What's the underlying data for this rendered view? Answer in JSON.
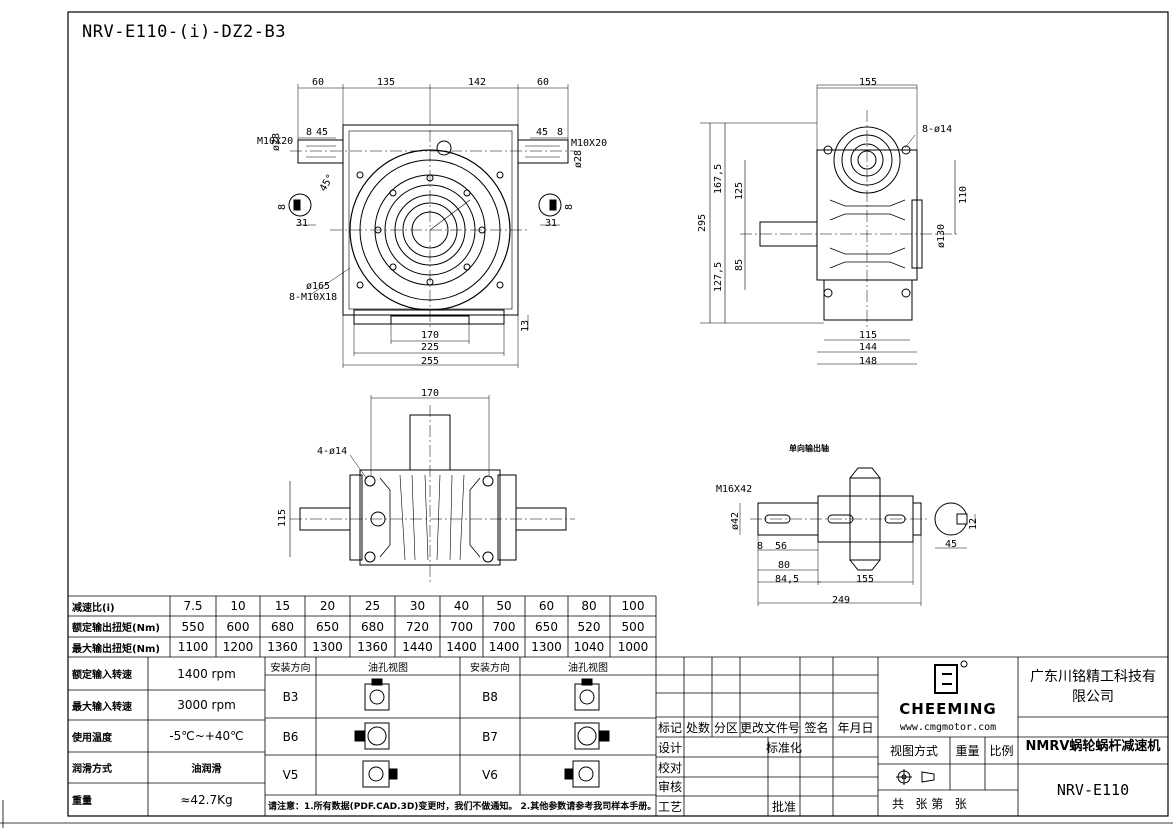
{
  "drawing": {
    "title": "NRV-E110-(i)-DZ2-B3",
    "front_view": {
      "dims": {
        "left_shaft": "60",
        "left_body": "135",
        "right_body": "142",
        "right_shaft": "60",
        "key_len_l": "45",
        "key_len_r": "45",
        "key_off_l": "8",
        "key_off_r": "8",
        "thread_l": "M10X20",
        "thread_r": "M10X20",
        "shaft_d_l": "ø28",
        "shaft_d_r": "ø28",
        "angle": "45°",
        "key_w_l": "8",
        "key_w_r": "8",
        "key_h_l": "31",
        "key_h_r": "31",
        "pcd": "ø165",
        "holes": "8-M10X18",
        "base_1": "170",
        "base_2": "225",
        "base_3": "255",
        "base_h": "13"
      }
    },
    "side_view": {
      "dims": {
        "top": "155",
        "holes": "8-ø14",
        "h_total": "295",
        "h_upper": "167,5",
        "h_125": "125",
        "h_lower": "127,5",
        "h_85": "85",
        "h_110": "110",
        "flange_d": "ø130",
        "w_115": "115",
        "w_144": "144",
        "w_148": "148"
      }
    },
    "top_view": {
      "dims": {
        "w_170": "170",
        "holes": "4-ø14",
        "h_115": "115"
      }
    },
    "shaft_view": {
      "label": "单向输出轴",
      "dims": {
        "thread": "M16X42",
        "d42": "ø42",
        "l_8": "8",
        "l_56": "56",
        "l_80": "80",
        "l_845": "84,5",
        "l_155": "155",
        "l_249": "249",
        "key_45": "45",
        "key_12": "12"
      }
    }
  },
  "spec_table": {
    "rows": [
      {
        "label": "减速比(i)",
        "values": [
          "7.5",
          "10",
          "15",
          "20",
          "25",
          "30",
          "40",
          "50",
          "60",
          "80",
          "100"
        ]
      },
      {
        "label": "额定输出扭矩(Nm)",
        "values": [
          "550",
          "600",
          "680",
          "650",
          "680",
          "720",
          "700",
          "700",
          "650",
          "520",
          "500"
        ]
      },
      {
        "label": "最大输出扭矩(Nm)",
        "values": [
          "1100",
          "1200",
          "1360",
          "1300",
          "1360",
          "1440",
          "1400",
          "1400",
          "1300",
          "1040",
          "1000"
        ]
      }
    ]
  },
  "param_table": [
    {
      "label": "额定输入转速",
      "value": "1400 rpm"
    },
    {
      "label": "最大输入转速",
      "value": "3000 rpm"
    },
    {
      "label": "使用温度",
      "value": "-5℃~+40℃"
    },
    {
      "label": "润滑方式",
      "value": "油润滑"
    },
    {
      "label": "重量",
      "value": "≈42.7Kg"
    }
  ],
  "mount_table": {
    "headers": [
      "安装方向",
      "油孔视图",
      "安装方向",
      "油孔视图"
    ],
    "rows": [
      {
        "left": "B3",
        "right": "B8"
      },
      {
        "left": "B6",
        "right": "B7"
      },
      {
        "left": "V5",
        "right": "V6"
      }
    ],
    "note": "请注意：1.所有数据(PDF.CAD.3D)变更时，我们不做通知。 2.其他参数请参考我司样本手册。"
  },
  "title_block": {
    "rev_headers": [
      "标记",
      "处数",
      "分区",
      "更改文件号",
      "签名",
      "年月日"
    ],
    "rows": [
      "设计",
      "校对",
      "审核",
      "工艺"
    ],
    "standard": "标准化",
    "approve": "批准",
    "logo_text": "CHEEMING",
    "website": "www.cmgmotor.com",
    "company": "广东川铭精工科技有限公司",
    "product": "NMRV蜗轮蜗杆减速机",
    "model": "NRV-E110",
    "view_method": "视图方式",
    "weight": "重量",
    "scale": "比例",
    "sheets": "共   张 第   张"
  }
}
